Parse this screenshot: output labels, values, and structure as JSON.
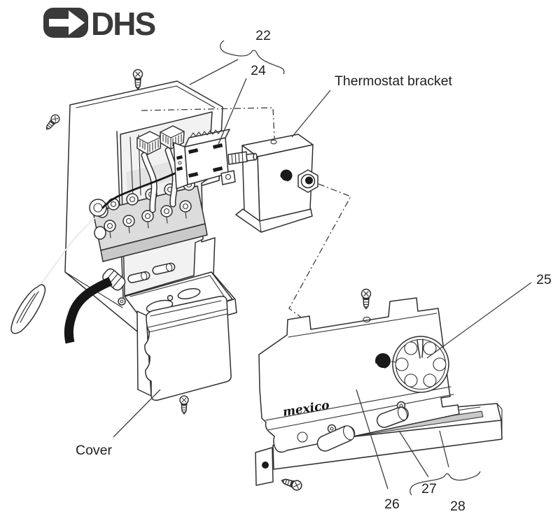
{
  "logo": {
    "text": "DHS"
  },
  "callouts": {
    "c22": {
      "label": "22"
    },
    "c24": {
      "label": "24"
    },
    "thermostat_bracket": {
      "label": "Thermostat bracket"
    },
    "c25": {
      "label": "25"
    },
    "cover": {
      "label": "Cover"
    },
    "c26": {
      "label": "26"
    },
    "c27": {
      "label": "27"
    },
    "c28": {
      "label": "28"
    }
  },
  "panel": {
    "brand": "mexico"
  },
  "colors": {
    "line": "#2f2f2f",
    "label_text": "#1f1f1f",
    "logo": "#3a3a3a",
    "dark_fill": "#1a1a1a",
    "paper": "#ffffff"
  }
}
